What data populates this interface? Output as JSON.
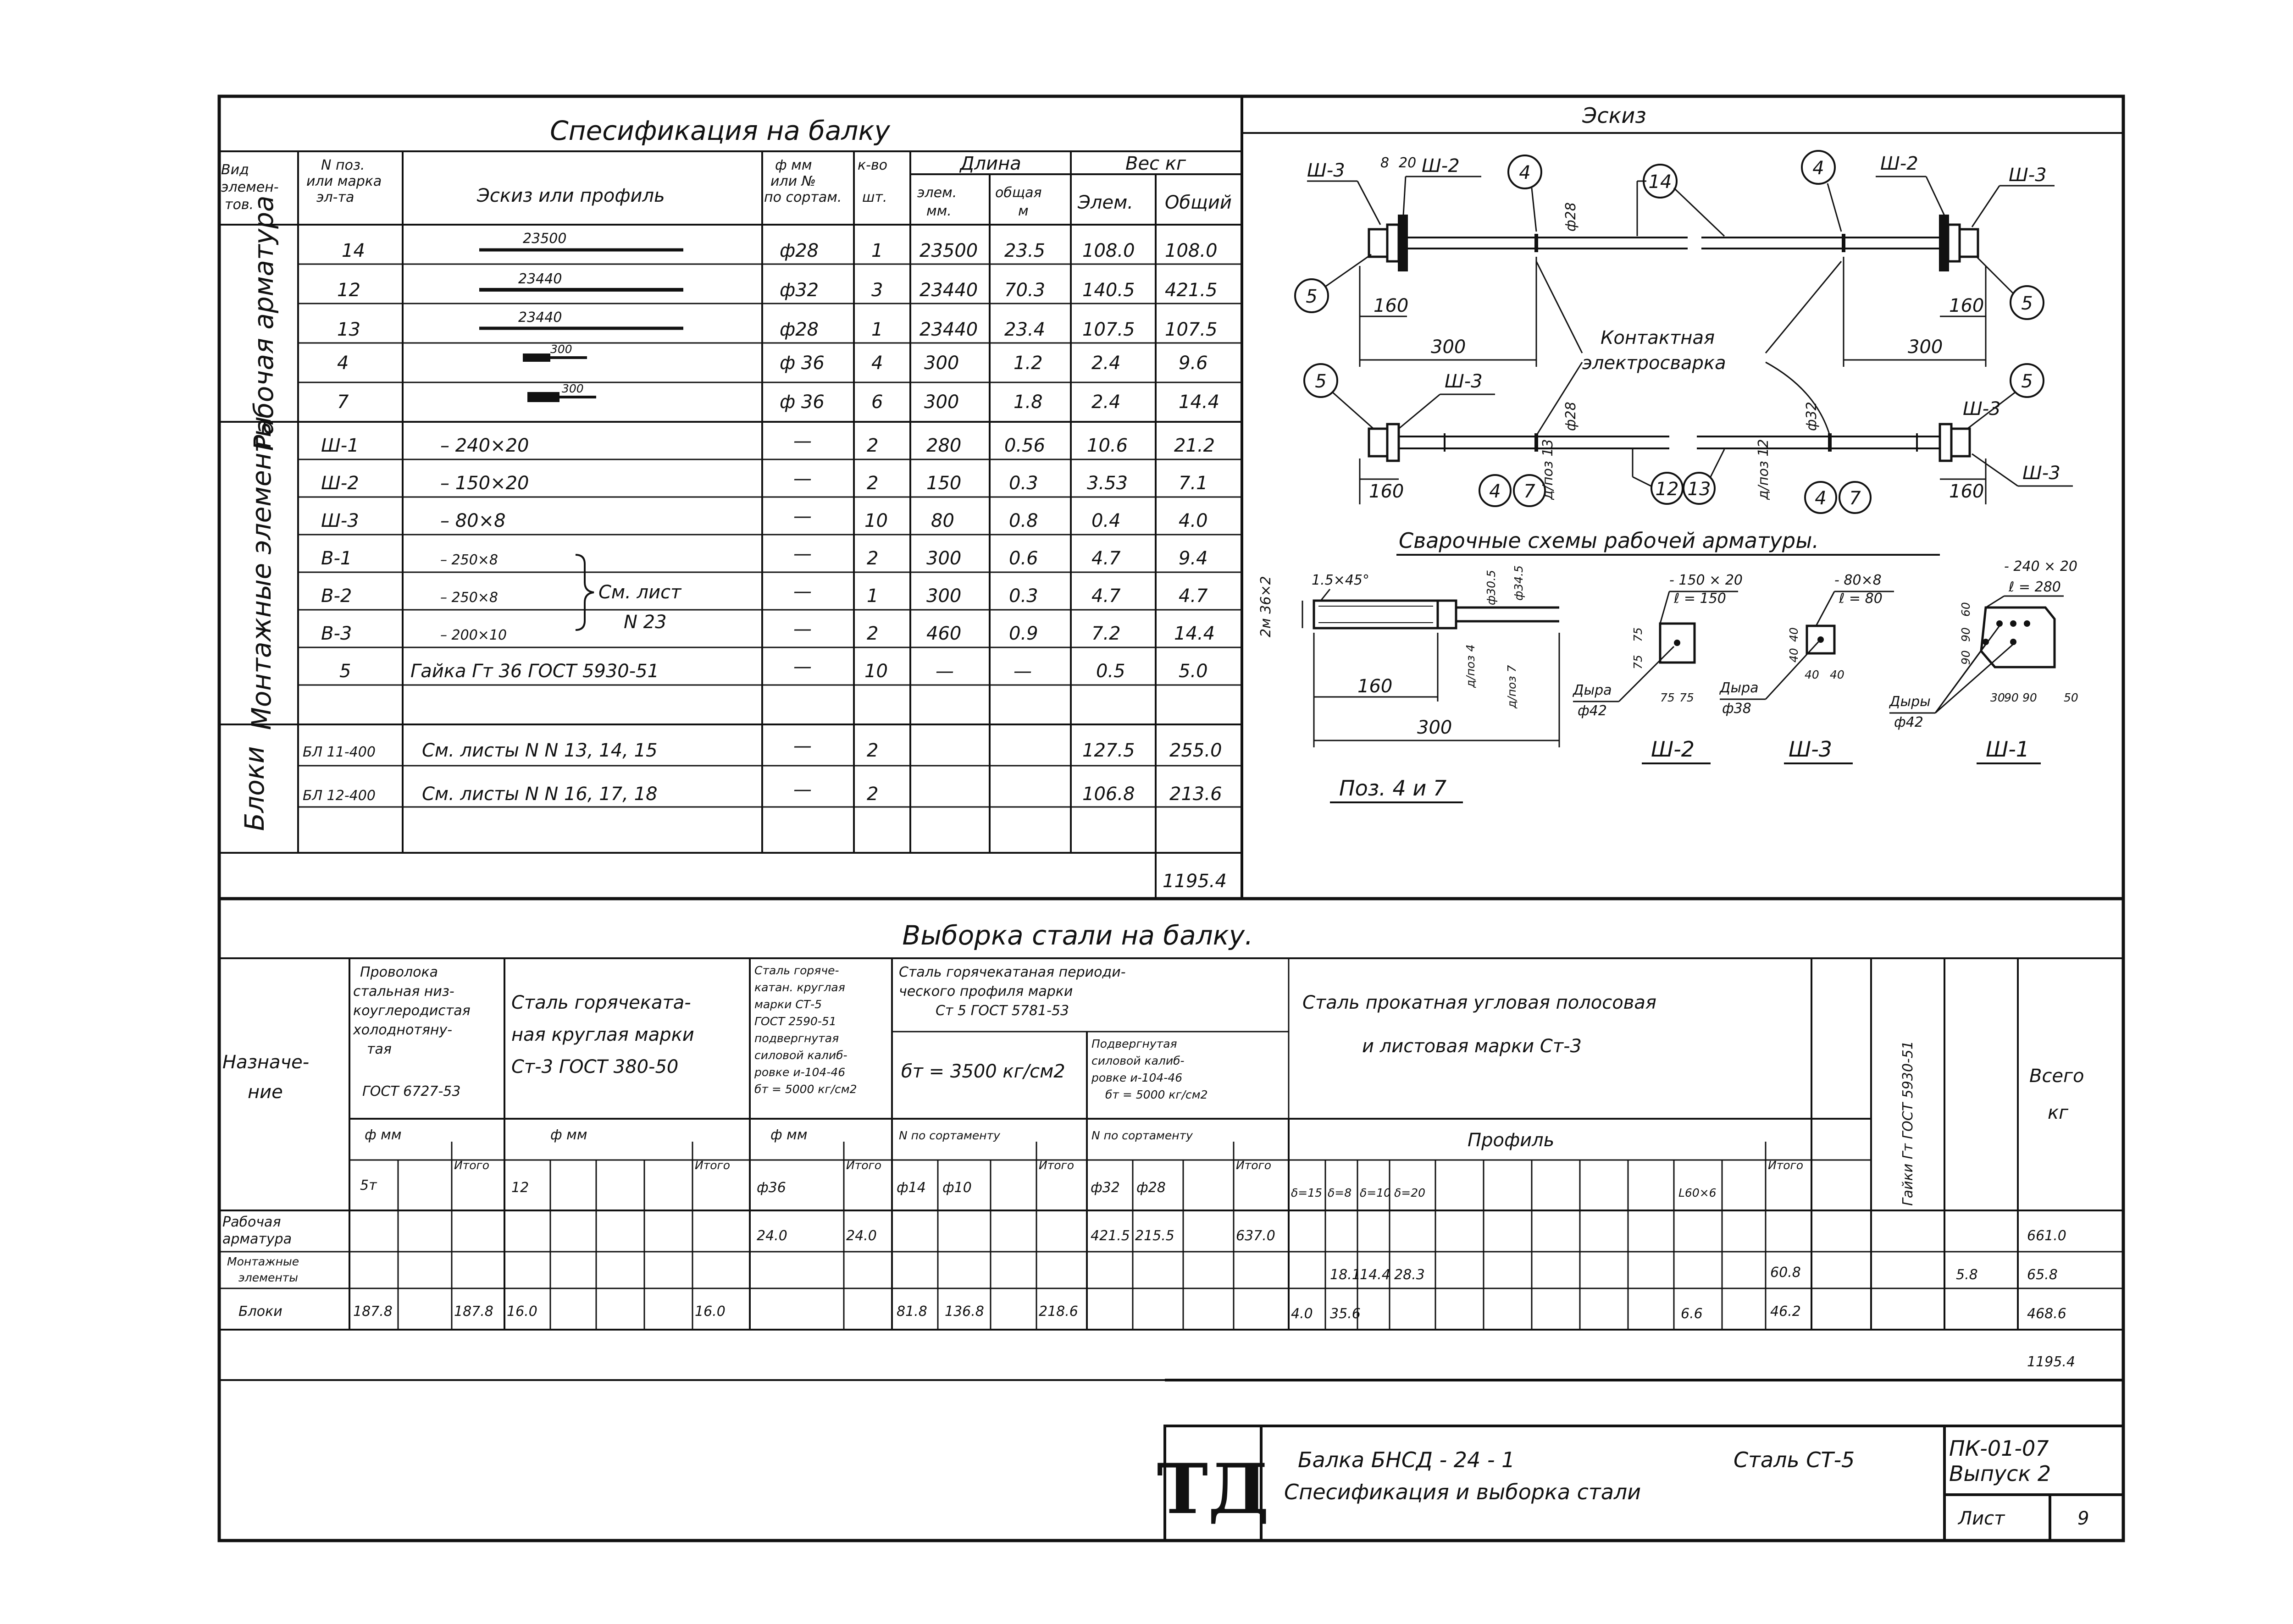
{
  "spec": {
    "title": "Спесификация   на  балку",
    "headers": {
      "vid": "Вид элемен- тов.",
      "pos": "N поз. или марка эл-та",
      "sketch": "Эскиз  или  профиль",
      "dia": "ф мм или № по сортам.",
      "qty": "к-во шт.",
      "length": "Длина",
      "len_elem": "элем. мм.",
      "len_total": "общая м",
      "weight": "Вес  кг",
      "w_elem": "Элем.",
      "w_total": "Общий"
    },
    "groups": {
      "working": "Рабочая арматура",
      "mounting": "Монтажные элементы",
      "blocks": "Блоки"
    },
    "working_rows": [
      {
        "pos": "14",
        "sketch": "23500",
        "dia": "ф28",
        "qty": "1",
        "len": "23500",
        "total": "23.5",
        "we": "108.0",
        "wt": "108.0"
      },
      {
        "pos": "12",
        "sketch": "23440",
        "dia": "ф32",
        "qty": "3",
        "len": "23440",
        "total": "70.3",
        "we": "140.5",
        "wt": "421.5"
      },
      {
        "pos": "13",
        "sketch": "23440",
        "dia": "ф28",
        "qty": "1",
        "len": "23440",
        "total": "23.4",
        "we": "107.5",
        "wt": "107.5"
      },
      {
        "pos": "4",
        "sketch": "300",
        "dia": "ф 36",
        "qty": "4",
        "len": "300",
        "total": "1.2",
        "we": "2.4",
        "wt": "9.6"
      },
      {
        "pos": "7",
        "sketch": "300",
        "dia": "ф 36",
        "qty": "6",
        "len": "300",
        "total": "1.8",
        "we": "2.4",
        "wt": "14.4"
      }
    ],
    "mounting_rows": [
      {
        "pos": "Ш-1",
        "sketch": "– 240×20",
        "dia": "—",
        "qty": "2",
        "len": "280",
        "total": "0.56",
        "we": "10.6",
        "wt": "21.2"
      },
      {
        "pos": "Ш-2",
        "sketch": "– 150×20",
        "dia": "—",
        "qty": "2",
        "len": "150",
        "total": "0.3",
        "we": "3.53",
        "wt": "7.1"
      },
      {
        "pos": "Ш-3",
        "sketch": "– 80×8",
        "dia": "—",
        "qty": "10",
        "len": "80",
        "total": "0.8",
        "we": "0.4",
        "wt": "4.0"
      },
      {
        "pos": "В-1",
        "sketch": "– 250×8",
        "dia": "—",
        "qty": "2",
        "len": "300",
        "total": "0.6",
        "we": "4.7",
        "wt": "9.4"
      },
      {
        "pos": "В-2",
        "sketch": "– 250×8",
        "dia": "—",
        "qty": "1",
        "len": "300",
        "total": "0.3",
        "we": "4.7",
        "wt": "4.7"
      },
      {
        "pos": "В-3",
        "sketch": "– 200×10",
        "dia": "—",
        "qty": "2",
        "len": "460",
        "total": "0.9",
        "we": "7.2",
        "wt": "14.4"
      },
      {
        "pos": "5",
        "sketch": "Гайка  Гт 36  ГОСТ 5930-51",
        "dia": "—",
        "qty": "10",
        "len": "—",
        "total": "—",
        "we": "0.5",
        "wt": "5.0"
      }
    ],
    "sheet_note_1": "См. лист",
    "sheet_note_2": "N 23",
    "block_rows": [
      {
        "pos": "БЛ 11-400",
        "sketch": "См. листы  N N  13, 14, 15",
        "dia": "—",
        "qty": "2",
        "we": "127.5",
        "wt": "255.0"
      },
      {
        "pos": "БЛ 12-400",
        "sketch": "См. листы  N N  16, 17, 18",
        "dia": "—",
        "qty": "2",
        "we": "106.8",
        "wt": "213.6"
      }
    ],
    "grand_total": "1195.4"
  },
  "sketch": {
    "title": "Эскиз",
    "labels": {
      "sh3": "Ш-3",
      "sh2": "Ш-2",
      "sh1": "Ш-1",
      "n8": "8",
      "n20": "20",
      "c4": "4",
      "c14": "14",
      "c5": "5",
      "c7": "7",
      "c12": "12",
      "c13": "13",
      "d28": "ф28",
      "d32": "ф32",
      "d160": "160",
      "d300": "300",
      "weld1": "Контактная",
      "weld2": "электросварка",
      "dpos13": "д/поз 13",
      "dpos12": "д/поз 12",
      "assembly": "Сварочные  схемы  рабочей  арматуры.",
      "thread": "2м 36×2",
      "chamfer": "1.5×45°",
      "d305": "ф30.5",
      "d345": "ф34.5",
      "dpos4": "д/поз 4",
      "dpos7": "д/поз 7",
      "pos47": "Поз. 4 и 7",
      "p150": "- 150 × 20",
      "e150": "ℓ = 150",
      "p80": "- 80×8",
      "e80": "ℓ = 80",
      "p240": "- 240 × 20",
      "e280": "ℓ = 280",
      "n75": "75",
      "n40": "40",
      "n30": "30",
      "n90": "90",
      "n50": "50",
      "n60": "60",
      "hole1": "Дыра",
      "hole1d": "ф42",
      "hole2": "Дыра",
      "hole2d": "ф38",
      "hole3": "Дыры",
      "hole3d": "ф42"
    }
  },
  "steel": {
    "title": "Выборка   стали   на  балку.",
    "purpose": "Назначе- ние",
    "wire": "Проволока стальная низ- коуглеродистая холоднотяну- тая ГОСТ 6727-53",
    "round": "Сталь горячеката- ная круглая марки Ст-3  ГОСТ 380-50",
    "round2": "Сталь горяче- катан. круглая марки СТ-5 ГОСТ 2590-51 подвергнутая силовой калиб- ровке и-104-46 бт = 5000 кг/см2",
    "periodic": "Сталь горячекатаная периоди- ческого профиля марки Ст 5  ГОСТ 5781-53",
    "sigma1": "бт = 3500 кг/см2",
    "sub_cal": "Подвергнутая силовой калиб- ровке и-104-46 бт = 5000 кг/см2",
    "angle": "Сталь  прокатная  угловая  полосовая и  листовая  марки  Ст-3",
    "nuts": "Гайки Гт ГОСТ 5930-51",
    "total": "Всего кг",
    "phi_mm": "ф мм",
    "itogo": "Итого",
    "by_sort": "N по сортаменту",
    "profile": "Профиль",
    "sub": {
      "s5t": "5т",
      "s12": "12",
      "s36": "ф36",
      "s14": "ф14",
      "s10": "ф10",
      "s32": "ф32",
      "s28": "ф28",
      "p15": "δ=15",
      "p8": "δ=8",
      "p10": "δ=10",
      "p20": "δ=20",
      "l60": "L60×6"
    },
    "rows": [
      {
        "name": "Рабочая арматура",
        "c": {
          "r36": "24.0",
          "i3": "24.0",
          "p32": "421.5",
          "p28": "215.5",
          "i5": "637.0",
          "tot": "661.0"
        }
      },
      {
        "name": "Монтажные элементы",
        "c": {
          "pf8": "18.1",
          "pf10": "14.4",
          "pf20": "28.3",
          "i6": "60.8",
          "nut": "5.8",
          "tot": "65.8"
        }
      },
      {
        "name": "Блоки",
        "c": {
          "w5": "187.8",
          "i1": "187.8",
          "r12": "16.0",
          "i2": "16.0",
          "p14": "81.8",
          "p10": "136.8",
          "i4": "218.6",
          "pf15": "4.0",
          "pf8": "35.6",
          "pl60": "6.6",
          "i6": "46.2",
          "tot": "468.6"
        }
      }
    ],
    "grand_total": "1195.4"
  },
  "title_block": {
    "logo": "ТД",
    "line1": "Балка  БНСД - 24 - 1",
    "line2": "Спесификация  и выборка   стали",
    "steel": "Сталь  СТ-5",
    "code": "ПК-01-07",
    "issue": "Выпуск 2",
    "sheet_label": "Лист",
    "sheet_no": "9"
  }
}
